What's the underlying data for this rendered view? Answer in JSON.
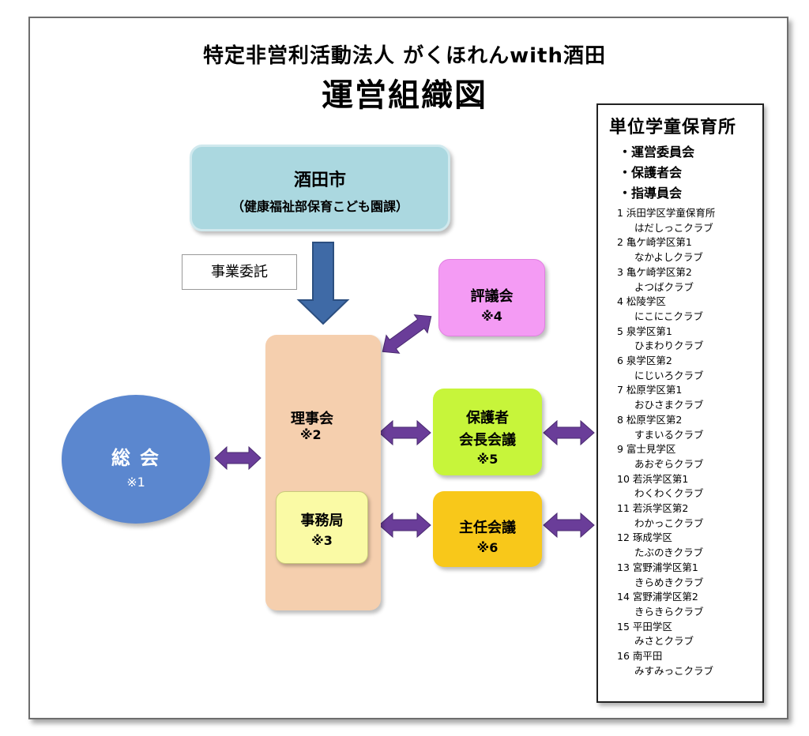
{
  "title": {
    "line1": "特定非営利活動法人 がくほれんwith酒田",
    "line2": "運営組織図"
  },
  "city": {
    "name": "酒田市",
    "dept": "（健康福祉部保育こども園課）"
  },
  "itaku": "事業委託",
  "rijikai": {
    "label": "理事会",
    "note": "※2"
  },
  "jimukyoku": {
    "label": "事務局",
    "note": "※3"
  },
  "sokai": {
    "label": "総会",
    "note": "※1"
  },
  "hyogikai": {
    "label": "評議会",
    "note": "※4"
  },
  "hogosha": {
    "label1": "保護者",
    "label2": "会長会議",
    "note": "※5"
  },
  "shunin": {
    "label": "主任会議",
    "note": "※6"
  },
  "units": {
    "heading": "単位学童保育所",
    "subitems": [
      "・運営委員会",
      "・保護者会",
      "・指導員会"
    ],
    "clubs": [
      {
        "line1": "1  浜田学区学童保育所",
        "line2": "はだしっこクラブ"
      },
      {
        "line1": "2  亀ケ崎学区第1",
        "line2": "なかよしクラブ"
      },
      {
        "line1": "3  亀ケ崎学区第2",
        "line2": "よつばクラブ"
      },
      {
        "line1": "4  松陵学区",
        "line2": "にこにこクラブ"
      },
      {
        "line1": "5  泉学区第1",
        "line2": "ひまわりクラブ"
      },
      {
        "line1": "6  泉学区第2",
        "line2": "にじいろクラブ"
      },
      {
        "line1": "7  松原学区第1",
        "line2": "おひさまクラブ"
      },
      {
        "line1": "8  松原学区第2",
        "line2": "すまいるクラブ"
      },
      {
        "line1": "9  富士見学区",
        "line2": "あおぞらクラブ"
      },
      {
        "line1": "10  若浜学区第1",
        "line2": "わくわくクラブ"
      },
      {
        "line1": "11  若浜学区第2",
        "line2": "わかっこクラブ"
      },
      {
        "line1": "12  琢成学区",
        "line2": "たぶのきクラブ"
      },
      {
        "line1": "13  宮野浦学区第1",
        "line2": "きらめきクラブ"
      },
      {
        "line1": "14  宮野浦学区第2",
        "line2": "きらきらクラブ"
      },
      {
        "line1": "15  平田学区",
        "line2": "みさとクラブ"
      },
      {
        "line1": "16  南平田",
        "line2": "みすみっこクラブ"
      }
    ]
  },
  "colors": {
    "city": "#abd8e0",
    "rijikai": "#f5cfae",
    "jimukyoku": "#fafaa5",
    "sokai": "#5b87cf",
    "hyogikai": "#f49bf4",
    "hogosha": "#c7f53a",
    "shunin": "#f8c81a",
    "arrow": "#3f6aa6",
    "double_arrow": "#6a3d99"
  }
}
